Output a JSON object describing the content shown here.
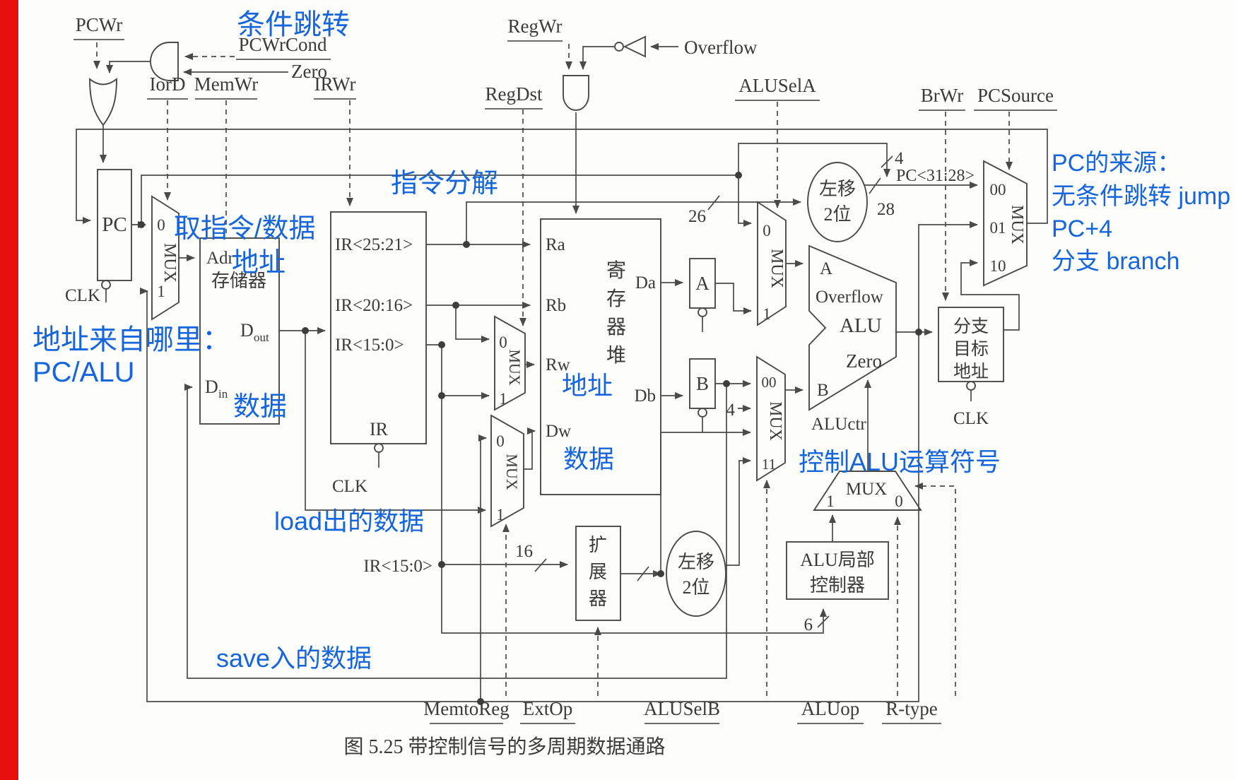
{
  "colors": {
    "annotation": "#1565dd",
    "line": "#4a4a4a",
    "red_bar": "#e8100c",
    "text": "#3b3b3b"
  },
  "caption": "图 5.25  带控制信号的多周期数据通路",
  "signals": {
    "pcwr": "PCWr",
    "pcwrcond": "PCWrCond",
    "zero": "Zero",
    "iord": "IorD",
    "memwr": "MemWr",
    "irwr": "IRWr",
    "regdst": "RegDst",
    "regwr": "RegWr",
    "overflow": "Overflow",
    "alusela": "ALUSelA",
    "brwr": "BrWr",
    "pcsource": "PCSource",
    "memtoreg": "MemtoReg",
    "extop": "ExtOp",
    "aluselb": "ALUSelB",
    "aluop": "ALUop",
    "rtype": "R-type"
  },
  "blocks": {
    "pc": "PC",
    "clk": "CLK",
    "memory": {
      "name": "存储器",
      "adr": "Adr",
      "d": "D",
      "out": "out",
      "in": "in"
    },
    "ir": {
      "name": "IR",
      "f1": "IR<25:21>",
      "f2": "IR<20:16>",
      "f3": "IR<15:0>"
    },
    "regfile": {
      "c1": "寄",
      "c2": "存",
      "c3": "器",
      "c4": "堆",
      "ra": "Ra",
      "rb": "Rb",
      "rw": "Rw",
      "dw": "Dw",
      "da": "Da",
      "db": "Db"
    },
    "areg": "A",
    "breg": "B",
    "alu": {
      "a": "A",
      "b": "B",
      "name": "ALU",
      "overflow": "Overflow",
      "zero": "Zero",
      "ctr": "ALUctr"
    },
    "shl2": {
      "l1": "左移",
      "l2": "2位"
    },
    "extender": {
      "c1": "扩",
      "c2": "展",
      "c3": "器"
    },
    "alulocal": {
      "l1": "ALU局部",
      "l2": "控制器"
    },
    "branch": {
      "l1": "分支",
      "l2": "目标",
      "l3": "地址"
    }
  },
  "mux": {
    "name": "MUX",
    "i0": "0",
    "i1": "1",
    "i00": "00",
    "i01": "01",
    "i10": "10",
    "i11": "11"
  },
  "bus": {
    "jump_hi": "4",
    "instr26": "26",
    "jump28": "28",
    "imm16": "16",
    "const4": "4",
    "funct6": "6"
  },
  "wire_labels": {
    "pc_hi": "PC<31:28>",
    "ir_low": "IR<15:0>"
  },
  "annotations": {
    "cond_jump": "条件跳转",
    "fetch": "取指令/数据",
    "mem_addr": "地址",
    "instr_split": "指令分解",
    "addr_from": "地址来自哪里：",
    "addr_src": "PC/ALU",
    "mem_data": "数据",
    "rf_addr": "地址",
    "rf_data": "数据",
    "pc_src_title": "PC的来源：",
    "pc_src_1": "无条件跳转 jump",
    "pc_src_2": "PC+4",
    "pc_src_3": "分支 branch",
    "load_data": "load出的数据",
    "save_data": "save入的数据",
    "alu_ctrl": "控制ALU运算符号"
  }
}
